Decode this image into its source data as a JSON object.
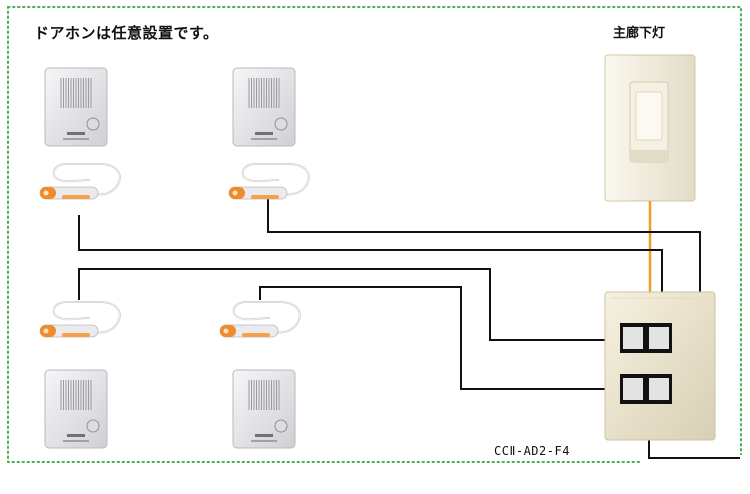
{
  "note": "ドアホンは任意設置です。",
  "light_label": "主廊下灯",
  "model_label": "CCⅡ-AD2-F4",
  "colors": {
    "dotted_border": "#4caf50",
    "wire": "#111111",
    "light_wire": "#f0a020",
    "panel": "#efe9d6",
    "door_phone": "#e8e8ea",
    "grip": "#f08a2a"
  },
  "devices": {
    "door_phones": 4,
    "nurse_call_handsets": 4,
    "switch_terminals": 4
  }
}
